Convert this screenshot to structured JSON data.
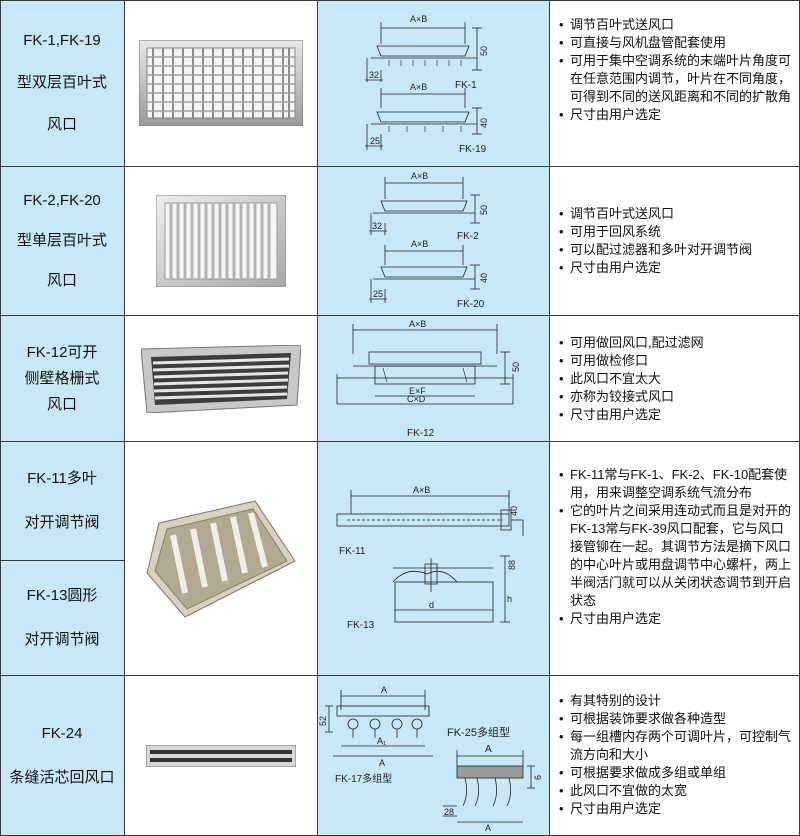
{
  "rows": [
    {
      "name_lines": [
        "FK-1,FK-19",
        "型双层百叶式",
        "风口"
      ],
      "photo_icon": "double-louver-grille",
      "diagram_labels": [
        "A×B",
        "50",
        "32",
        "FK-1",
        "A×B",
        "40",
        "25",
        "FK-19"
      ],
      "features": [
        "调节百叶式送风口",
        "可直接与风机盘管配套使用",
        "可用于集中空调系统的末端叶片角度可在任意范围内调节，叶片在不同角度，可得到不同的送风距离和不同的扩散角",
        "尺寸由用户选定"
      ]
    },
    {
      "name_lines": [
        "FK-2,FK-20",
        "型单层百叶式",
        "风口"
      ],
      "photo_icon": "single-louver-grille",
      "diagram_labels": [
        "A×B",
        "50",
        "32",
        "FK-2",
        "A×B",
        "40",
        "25",
        "FK-20"
      ],
      "features": [
        "调节百叶式送风口",
        "可用于回风系统",
        "可以配过滤器和多叶对开调节阀",
        "尺寸由用户选定"
      ]
    },
    {
      "name_lines": [
        "FK-12可开",
        "侧壁格栅式",
        "风口"
      ],
      "photo_icon": "side-wall-grille",
      "diagram_labels": [
        "A×B",
        "50",
        "E×F",
        "C×D",
        "FK-12"
      ],
      "features": [
        "可用做回风口,配过滤网",
        "可用做检修口",
        "此风口不宜太大",
        "亦称为铰接式风口",
        "尺寸由用户选定"
      ]
    },
    {
      "name_a_lines": [
        "FK-11多叶",
        "对开调节阀"
      ],
      "name_b_lines": [
        "FK-13圆形",
        "对开调节阀"
      ],
      "photo_icon": "opposed-blade-damper",
      "diagram_labels": [
        "A×B",
        "40",
        "FK-11",
        "88",
        "h",
        "d",
        "FK-13"
      ],
      "features": [
        "FK-11常与FK-1、FK-2、FK-10配套使用，用来调整空调系统气流分布",
        "它的叶片之间采用连动式而且是对开的FK-13常与FK-39风口配套，它与风口接管铆在一起。其调节方法是摘下风口的中心叶片或用盘调节中心螺杆，两上半阀活门就可以从关闭状态调节到开启状态",
        "尺寸由用户选定"
      ]
    },
    {
      "name_lines": [
        "FK-24",
        "条缝活芯回风口"
      ],
      "photo_icon": "linear-slot-diffuser",
      "diagram_labels": [
        "A",
        "52",
        "A₁",
        "A",
        "FK-17多组型",
        "FK-25多组型",
        "A",
        "6",
        "28",
        "A"
      ],
      "features": [
        "有其特别的设计",
        "可根据装饰要求做各种造型",
        "每一组槽内存两个可调叶片，可控制气流方向和大小",
        "可根据要求做成多组或单组",
        "此风口不宜做的太宽",
        "尺寸由用户选定"
      ]
    }
  ]
}
